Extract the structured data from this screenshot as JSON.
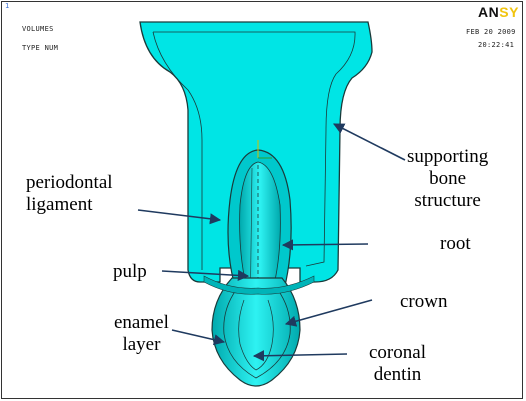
{
  "header": {
    "index": "1",
    "line1": "VOLUMES",
    "line2": "TYPE NUM",
    "logo_main": "AN",
    "logo_accent": "SY",
    "date": "FEB 20 2009",
    "time": "20:22:41"
  },
  "labels": {
    "periodontal": [
      "periodontal",
      "ligament"
    ],
    "pulp": "pulp",
    "enamel": [
      "enamel",
      "layer"
    ],
    "supporting": [
      "supporting",
      "bone",
      "structure"
    ],
    "root": "root",
    "crown": "crown",
    "coronal": [
      "coronal",
      "dentin"
    ]
  },
  "colors": {
    "model_fill": "#00e5e5",
    "model_shade": "#00b4b8",
    "edge": "#1a3a3a",
    "arrow": "#1f3a5f"
  }
}
